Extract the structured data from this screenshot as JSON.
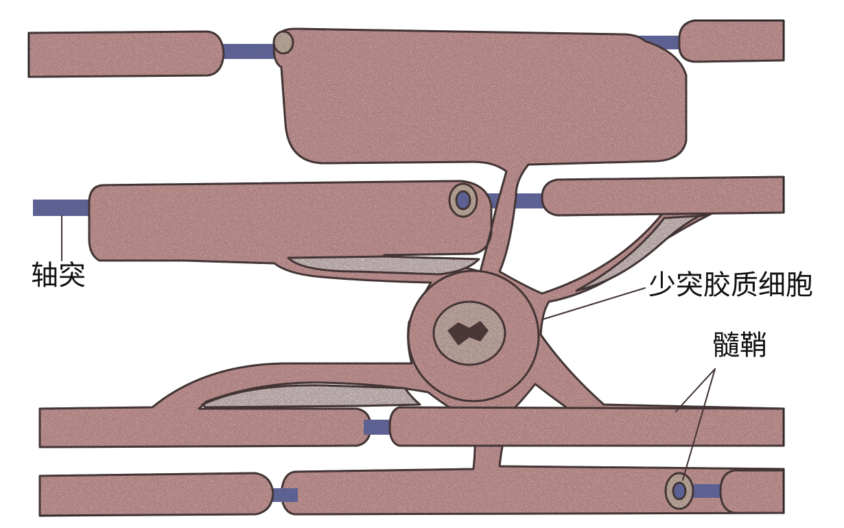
{
  "labels": {
    "axon": "轴突",
    "oligodendrocyte": "少突胶质细胞",
    "myelin": "髓鞘"
  },
  "colors": {
    "myelin_fill": "#f6bfbd",
    "axon": "#4f74d6",
    "outline": "#1a1a1a"
  },
  "icons": {
    "cell": "oligodendrocyte-cell-icon",
    "nucleus": "nucleus-icon"
  }
}
